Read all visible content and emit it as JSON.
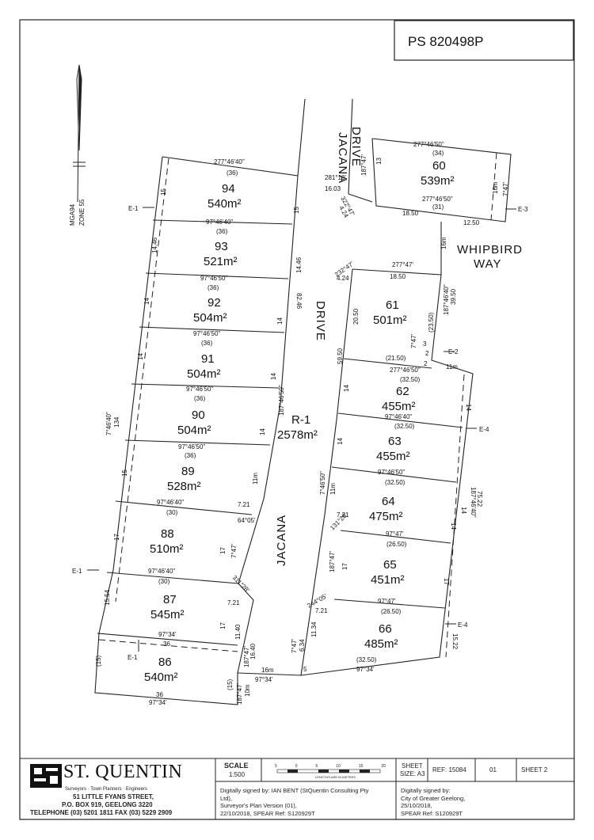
{
  "plan_number": "PS 820498P",
  "north": {
    "line1": "MGA94",
    "line2": "ZONE 55"
  },
  "roads": {
    "jacana_top": "JACANA",
    "drive_top": "DRIVE",
    "drive_mid": "DRIVE",
    "jacana_mid": "JACANA",
    "whipbird": "WHIPBIRD",
    "way": "WAY"
  },
  "reserve": {
    "id": "R-1",
    "area": "2578m²"
  },
  "lots": [
    {
      "id": "94",
      "area": "540m²"
    },
    {
      "id": "93",
      "area": "521m²"
    },
    {
      "id": "92",
      "area": "504m²"
    },
    {
      "id": "91",
      "area": "504m²"
    },
    {
      "id": "90",
      "area": "504m²"
    },
    {
      "id": "89",
      "area": "528m²"
    },
    {
      "id": "88",
      "area": "510m²"
    },
    {
      "id": "87",
      "area": "545m²"
    },
    {
      "id": "86",
      "area": "540m²"
    },
    {
      "id": "60",
      "area": "539m²"
    },
    {
      "id": "61",
      "area": "501m²"
    },
    {
      "id": "62",
      "area": "455m²"
    },
    {
      "id": "63",
      "area": "455m²"
    },
    {
      "id": "64",
      "area": "475m²"
    },
    {
      "id": "65",
      "area": "451m²"
    },
    {
      "id": "66",
      "area": "485m²"
    }
  ],
  "easements": {
    "e1": "E-1",
    "e2": "E-2",
    "e3": "E-3",
    "e4": "E-4"
  },
  "dims": {
    "d1": "277°46'40\"",
    "d2": "(36)",
    "d3": "97°46'40\"",
    "d4": "97°46'50\"",
    "d5": "97°46'40\"",
    "d6": "97°34'",
    "d7": "36",
    "d8": "(15)",
    "d9": "15",
    "d10": "14.46",
    "d11": "14",
    "d12": "17",
    "d13": "15.54",
    "d14": "7°46'40\"",
    "d15": "134",
    "d16": "82.46",
    "d17": "187°46'50\"",
    "d18": "11m",
    "d19": "7.21",
    "d20": "64°05'",
    "d21": "7°47'",
    "d22": "311°28'",
    "d23": "11.40",
    "d24": "16.40",
    "d25": "187°47'",
    "d26": "16m",
    "d27": "10m",
    "d28": "281°13'",
    "d29": "16.03",
    "d30": "322°47'",
    "d31": "4.24",
    "d32": "187°47'",
    "d33": "13",
    "d34": "277°46'50\"",
    "d35": "(34)",
    "d36": "(31)",
    "d37": "18.50",
    "d38": "12.50",
    "d39": "7°47'",
    "d40": "232°47'",
    "d41": "277°47'",
    "d42": "20.50",
    "d43": "59.50",
    "d44": "(23.50)",
    "d45": "39.50",
    "d46": "(21.50)",
    "d47": "2",
    "d48": "3",
    "d49": "(32.50)",
    "d50": "97°47'",
    "d51": "(26.50)",
    "d52": "75.22",
    "d53": "5",
    "d54": "244°05'",
    "d55": "131°28'",
    "d56": "6.34",
    "d57": "11.34",
    "d58": "97°46'50\"",
    "d59": "187°46'40\"",
    "d60": "97°34'",
    "d61": "(30)",
    "d62": "15.22",
    "d63": "(32.50)",
    "d64": "97°47'",
    "d65": "4.24",
    "d66": "16m",
    "d67": "7°46'50\"",
    "d68": "97°46'40\"",
    "d69": "(30)"
  },
  "footer": {
    "company": "ST. QUENTIN",
    "tagline": "Surveyors · Town Planners · Engineers",
    "address1": "51 LITTLE FYANS STREET,",
    "address2": "P.O. BOX 919,  GEELONG  3220",
    "telephone": "TELEPHONE (03) 5201 1811   FAX (03) 5229 2909",
    "scale_label": "SCALE",
    "scale_value": "1:500",
    "scale_ticks": [
      "5",
      "0",
      "5",
      "10",
      "15",
      "20"
    ],
    "scale_caption": "LENGTHS ARE IN METRES",
    "sheet_size_label1": "SHEET",
    "sheet_size_label2": "SIZE: A3",
    "ref": "REF: 15084",
    "version": "01",
    "sheet": "SHEET  2",
    "signed_left1": "Digitally signed by: IAN BENT (StQuentin Consulting Pty",
    "signed_left2": "Ltd),",
    "signed_left3": "Surveyor's Plan Version (01),",
    "signed_left4": "22/10/2018, SPEAR Ref: S120929T",
    "signed_right1": "Digitally signed by:",
    "signed_right2": "City of Greater Geelong,",
    "signed_right3": "25/10/2018,",
    "signed_right4": "SPEAR Ref: S120929T"
  }
}
